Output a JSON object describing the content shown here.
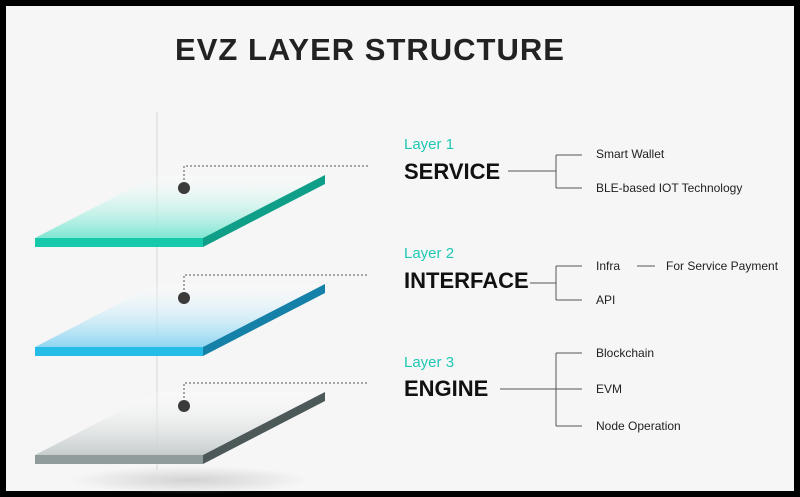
{
  "title": "EVZ LAYER STRUCTURE",
  "layers": [
    {
      "number": "Layer 1",
      "name": "SERVICE",
      "items": [
        "Smart Wallet",
        "BLE-based IOT Technology"
      ],
      "color": "#16c7a8"
    },
    {
      "number": "Layer 2",
      "name": "INTERFACE",
      "items": [
        "Infra",
        "API"
      ],
      "sub_item": "For Service Payment",
      "color": "#22b6e4"
    },
    {
      "number": "Layer 3",
      "name": "ENGINE",
      "items": [
        "Blockchain",
        "EVM",
        "Node Operation"
      ],
      "color": "#7d8a8b"
    }
  ]
}
